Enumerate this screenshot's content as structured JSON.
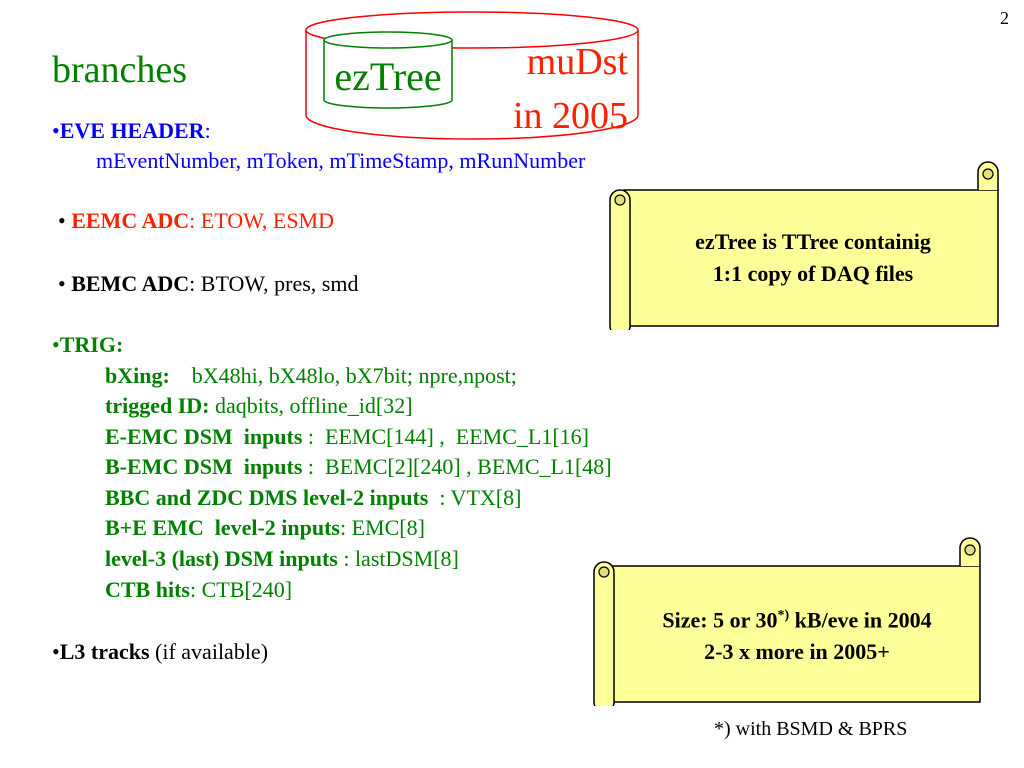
{
  "page_number": "2",
  "title": "branches",
  "cylinder": {
    "inner_label": "ezTree",
    "outer_line1": "muDst",
    "outer_line2": "in 2005"
  },
  "eve": {
    "bullet": "•",
    "label": "EVE HEADER",
    "colon": ":",
    "fields": "mEventNumber, mToken, mTimeStamp, mRunNumber"
  },
  "eemc": {
    "bullet": "•",
    "label": "EEMC ADC",
    "rest": ":  ETOW, ESMD"
  },
  "bemc": {
    "bullet": "•",
    "label": "BEMC ADC",
    "rest": ": BTOW, pres, smd"
  },
  "trig": {
    "bullet": "•",
    "label": "TRIG:",
    "lines": [
      {
        "key": "bXing:",
        "value": "    bX48hi, bX48lo, bX7bit; npre,npost;"
      },
      {
        "key": "trigged ID:",
        "value": " daqbits, offline_id[32]"
      },
      {
        "key": "E-EMC DSM  inputs",
        "value": " :  EEMC[144] ,  EEMC_L1[16]"
      },
      {
        "key": "B-EMC DSM  inputs",
        "value": " :  BEMC[2][240] , BEMC_L1[48]"
      },
      {
        "key": "BBC and ZDC DMS level-2 inputs",
        "value": "  : VTX[8]"
      },
      {
        "key": "B+E EMC  level-2 inputs",
        "value": ": EMC[8]"
      },
      {
        "key": "level-3 (last) DSM inputs",
        "value": " : lastDSM[8]"
      },
      {
        "key": "CTB hits",
        "value": ": CTB[240]"
      }
    ]
  },
  "l3": {
    "bullet": "•",
    "label": "L3 tracks",
    "rest": " (if available)"
  },
  "scroll1": {
    "line1": "ezTree is TTree containig",
    "line2": "1:1 copy of DAQ files"
  },
  "scroll2": {
    "line1_pre": "Size: 5 or 30",
    "line1_sup": "*)",
    "line1_post": " kB/eve in 2004",
    "line2": "2-3 x more in 2005+"
  },
  "footnote": "*) with BSMD & BPRS",
  "colors": {
    "green": "#008000",
    "red": "#ff2000",
    "blue": "#0000ff",
    "scroll_fill": "#ffff99"
  }
}
